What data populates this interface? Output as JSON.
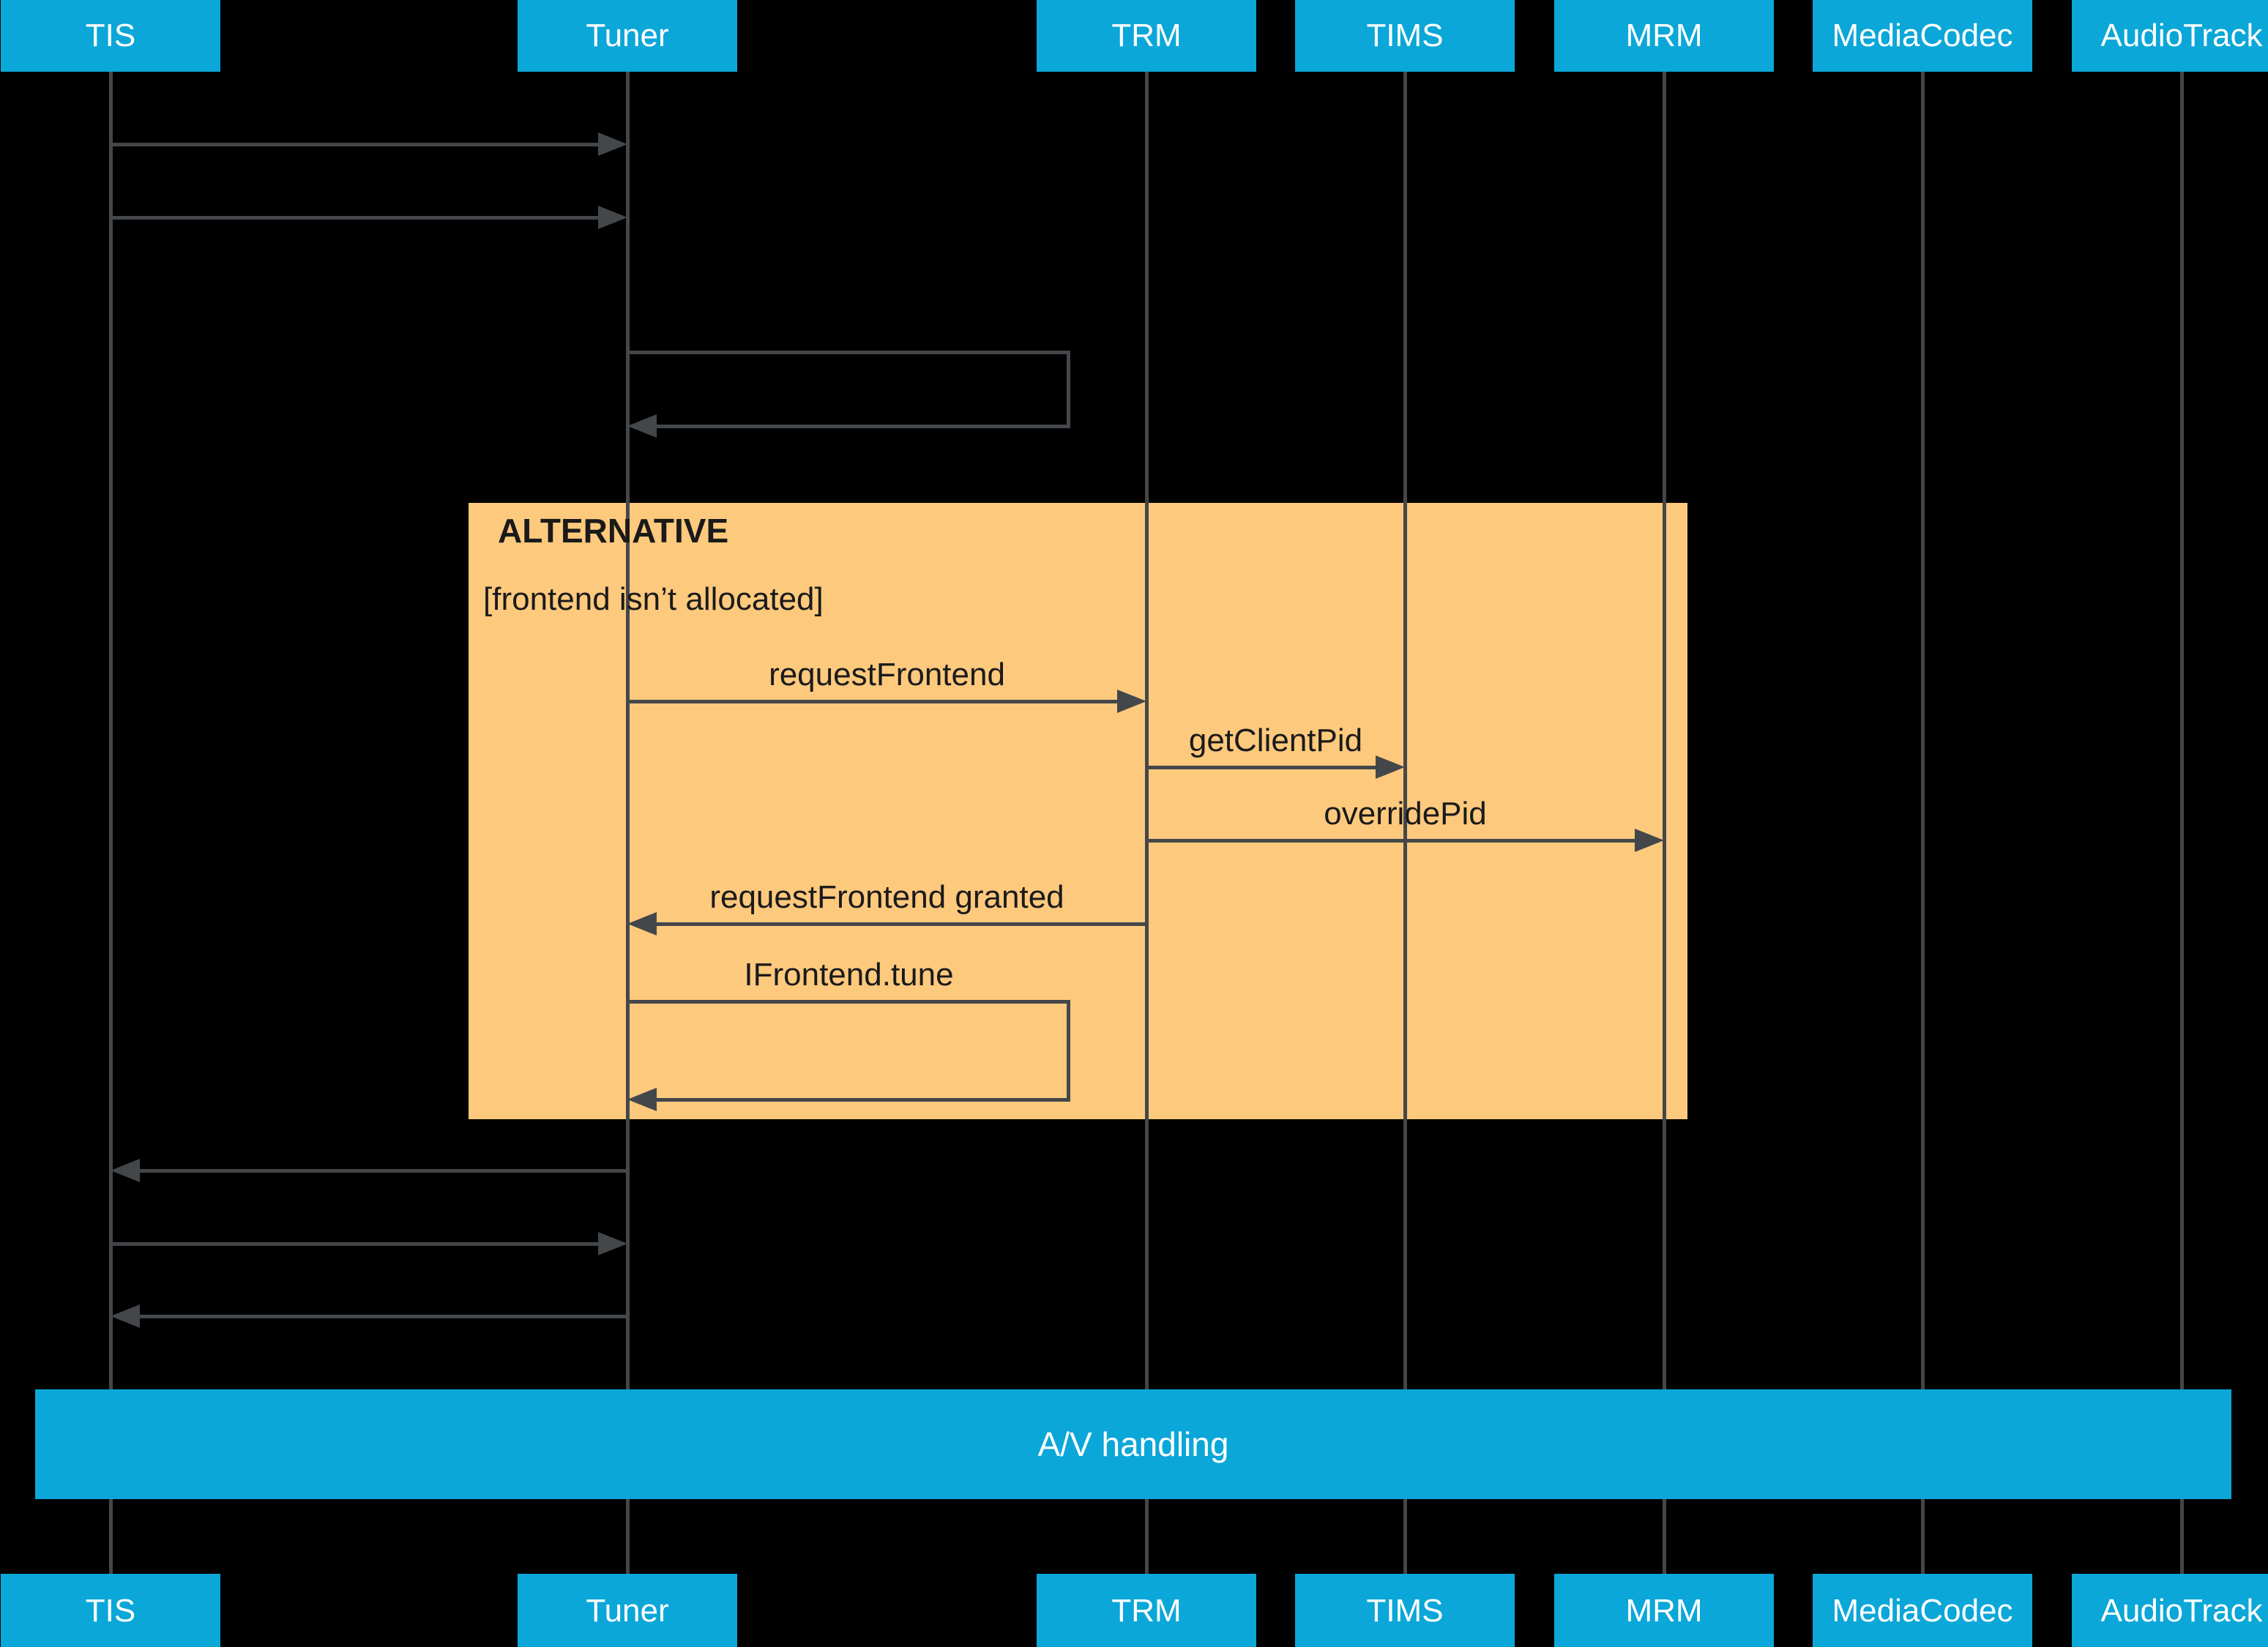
{
  "diagram": {
    "participants": [
      {
        "label": "TIS"
      },
      {
        "label": "Tuner"
      },
      {
        "label": "TRM"
      },
      {
        "label": "TIMS"
      },
      {
        "label": "MRM"
      },
      {
        "label": "MediaCodec"
      },
      {
        "label": "AudioTrack"
      }
    ],
    "alt_block": {
      "title": "ALTERNATIVE",
      "guard": "[frontend isn’t allocated]"
    },
    "messages": {
      "request_frontend": "requestFrontend",
      "get_client_pid": "getClientPid",
      "override_pid": "overridePid",
      "request_frontend_granted": "requestFrontend granted",
      "ifrontend_tune": "IFrontend.tune"
    },
    "av_bar": {
      "label": "A/V handling"
    },
    "colors": {
      "accent_blue": "#0ba7d8",
      "alt_orange": "#fdc97d",
      "line_gray": "#44474a"
    }
  }
}
